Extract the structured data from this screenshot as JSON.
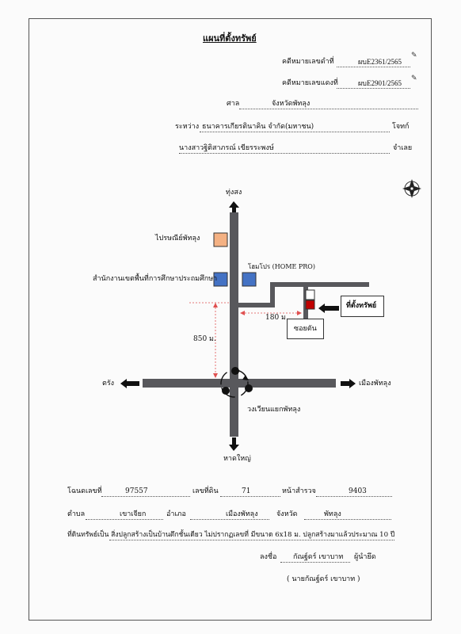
{
  "header": {
    "title": "แผนที่ตั้งทรัพย์",
    "black_case_label": "คดีหมายเลขดำที่",
    "black_case_value": "ผบE2361/2565",
    "red_case_label": "คดีหมายเลขแดงที่",
    "red_case_value": "ผบE2901/2565",
    "court_label": "ศาล",
    "court_value": "จังหวัดพัทลุง",
    "between_label": "ระหว่าง",
    "plaintiff_value": "ธนาคารเกียรตินาคิน จำกัด(มหาชน)",
    "plaintiff_label": "โจทก์",
    "defendant_value": "นางสาวฐิติสาภรณ์ เขียรระพงษ์",
    "defendant_label": "จำเลย"
  },
  "map": {
    "north_label": "ทุ่งสง",
    "south_label": "หาดใหญ่",
    "west_label": "ตรัง",
    "east_label": "เมืองพัทลุง",
    "post_office": "ไปรษณีย์พัทลุง",
    "edu_office": "สำนักงานเขตพื้นที่การศึกษาประถมศึกษา",
    "home_pro": "โฮมโปร (HOME PRO)",
    "distance_main": "850 ม.",
    "distance_soi": "180 ม.",
    "dead_end": "ซอยตัน",
    "property": "ที่ตั้งทรัพย์",
    "roundabout": "วงเวียนแยกพัทลุง",
    "colors": {
      "road": "#58585c",
      "post_office": "#f4b183",
      "building": "#4472c4",
      "property": "#c00000",
      "measure": "#e05050"
    }
  },
  "footer": {
    "deed_label": "โฉนดเลขที่",
    "deed_value": "97557",
    "land_no_label": "เลขที่ดิน",
    "land_no_value": "71",
    "survey_label": "หน้าสำรวจ",
    "survey_value": "9403",
    "subdistrict_label": "ตำบล",
    "subdistrict_value": "เขาเจียก",
    "district_label": "อำเภอ",
    "district_value": "เมืองพัทลุง",
    "province_label": "จังหวัด",
    "province_value": "พัทลุง",
    "description": "ที่ดินทรัพย์เป็น  สิ่งปลูกสร้างเป็นบ้านตึกชั้นเดียว ไม่ปรากฏเลขที่ มีขนาด 6x18 ม. ปลูกสร้างมาแล้วประมาณ 10 ปี",
    "sign_label": "ลงชื่อ",
    "sign_name": "กัณฐ์ดร์ เขาบาท",
    "sign_role": "ผู้นำยึด",
    "printed_name": "( นายกัณฐ์ดร์ เขาบาท )"
  }
}
